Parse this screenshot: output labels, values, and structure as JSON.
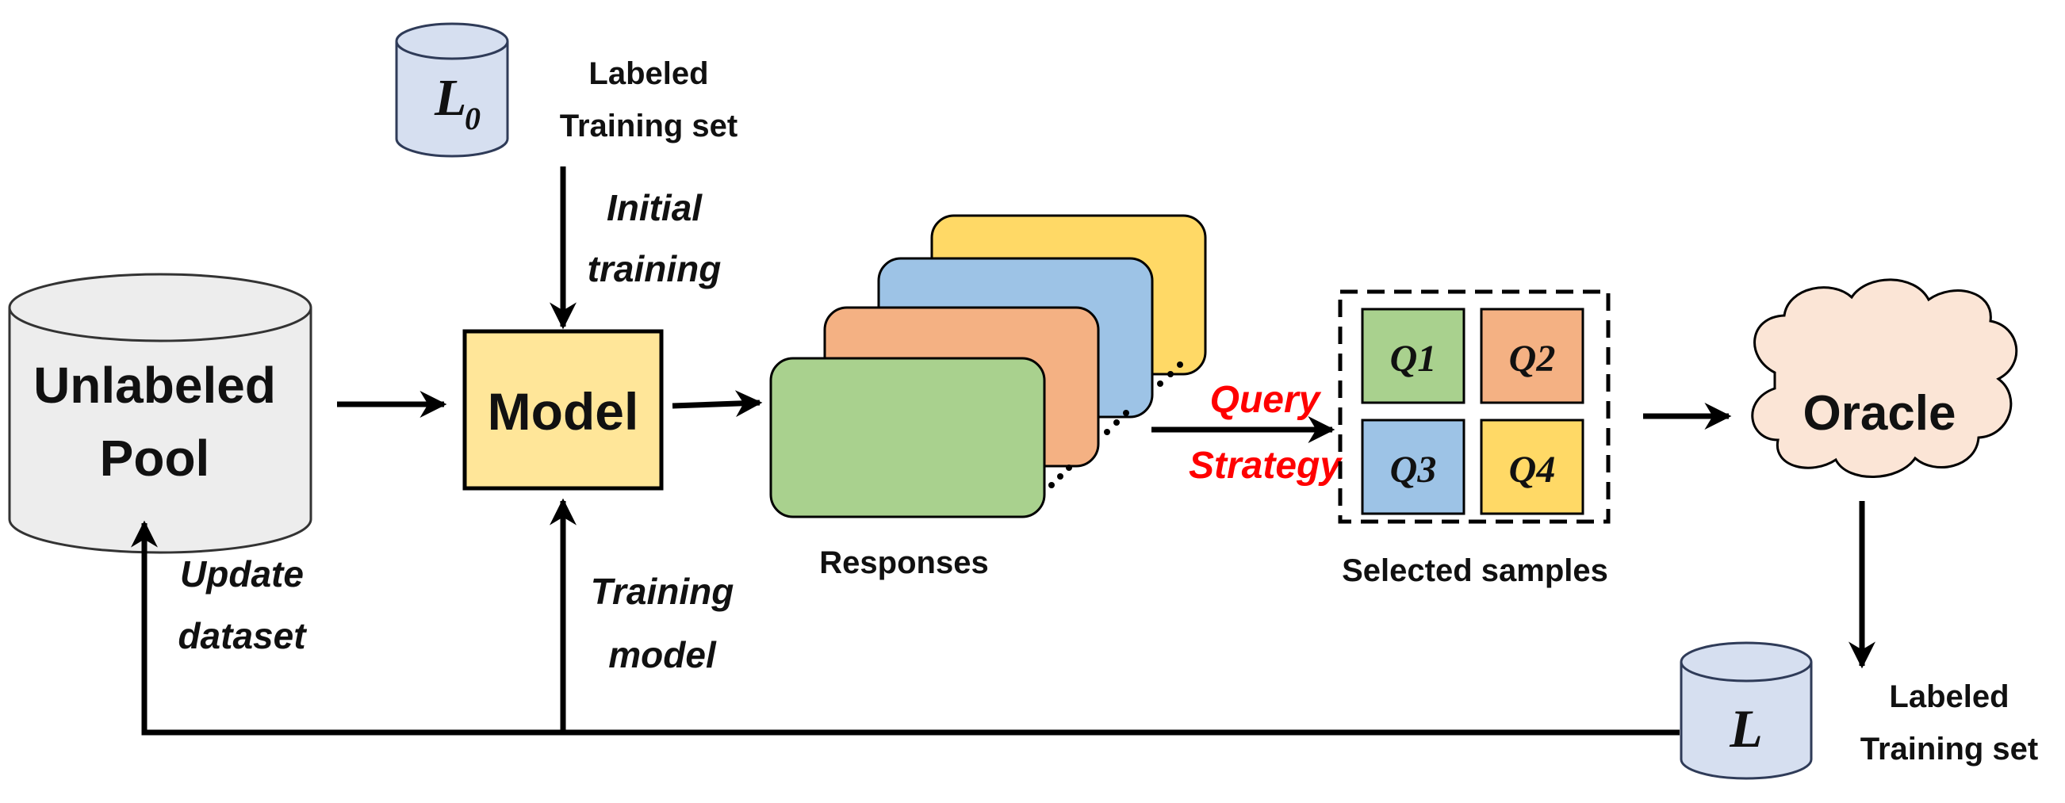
{
  "diagram": {
    "colors": {
      "db_fill": "#d6dff0",
      "pool_fill": "#ededed",
      "model_fill": "#ffe699",
      "green": "#a9d18e",
      "orange": "#f4b183",
      "blue": "#9dc3e6",
      "yellow": "#ffd966",
      "cloud_fill": "#fbe5d6",
      "query_text": "#ff0000"
    },
    "labeled_set_top": {
      "symbol": "L",
      "subscript": "0",
      "caption_line1": "Labeled",
      "caption_line2": "Training set"
    },
    "initial_training": {
      "line1": "Initial",
      "line2": "training"
    },
    "unlabeled_pool": {
      "line1": "Unlabeled",
      "line2": "Pool"
    },
    "model": {
      "label": "Model"
    },
    "responses": {
      "label": "Responses"
    },
    "query_strategy": {
      "line1": "Query",
      "line2": "Strategy"
    },
    "selected_samples": {
      "label": "Selected samples",
      "items": [
        {
          "label": "Q1",
          "color": "#a9d18e"
        },
        {
          "label": "Q2",
          "color": "#f4b183"
        },
        {
          "label": "Q3",
          "color": "#9dc3e6"
        },
        {
          "label": "Q4",
          "color": "#ffd966"
        }
      ]
    },
    "oracle": {
      "label": "Oracle"
    },
    "labeled_set_bottom": {
      "symbol": "L",
      "caption_line1": "Labeled",
      "caption_line2": "Training set"
    },
    "update_dataset": {
      "line1": "Update",
      "line2": "dataset"
    },
    "training_model": {
      "line1": "Training",
      "line2": "model"
    }
  }
}
